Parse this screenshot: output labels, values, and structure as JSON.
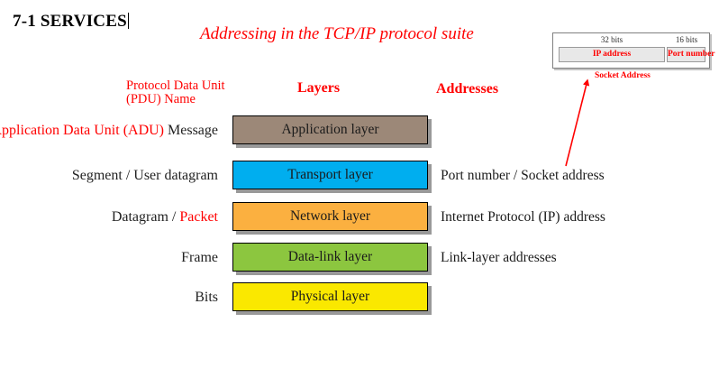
{
  "slide": {
    "title": "7-1 SERVICES",
    "subtitle": "Addressing in the TCP/IP protocol suite"
  },
  "headers": {
    "pdu_line1": "Protocol Data Unit",
    "pdu_line2": "(PDU) Name",
    "layers": "Layers",
    "addresses": "Addresses"
  },
  "rows": [
    {
      "pdu_red": "Application Data Unit (ADU)",
      "pdu_black": "Message",
      "layer": "Application layer",
      "layer_color": "#9c8878",
      "address": ""
    },
    {
      "pdu_red": "",
      "pdu_black": "Segment / User datagram",
      "layer": "Transport layer",
      "layer_color": "#00aeef",
      "address": "Port number / Socket address"
    },
    {
      "pdu_red": "Packet",
      "pdu_black": "Datagram / ",
      "layer": "Network layer",
      "layer_color": "#fbb040",
      "address": "Internet Protocol (IP) address"
    },
    {
      "pdu_red": "",
      "pdu_black": "Frame",
      "layer": "Data-link layer",
      "layer_color": "#8cc63f",
      "address": "Link-layer addresses"
    },
    {
      "pdu_red": "",
      "pdu_black": "Bits",
      "layer": "Physical layer",
      "layer_color": "#fae800",
      "address": ""
    }
  ],
  "socket_figure": {
    "bits_ip": "32 bits",
    "bits_port": "16 bits",
    "field_ip": "IP address",
    "field_port": "Port number",
    "caption": "Socket Address",
    "accent_color": "#ff0000"
  }
}
